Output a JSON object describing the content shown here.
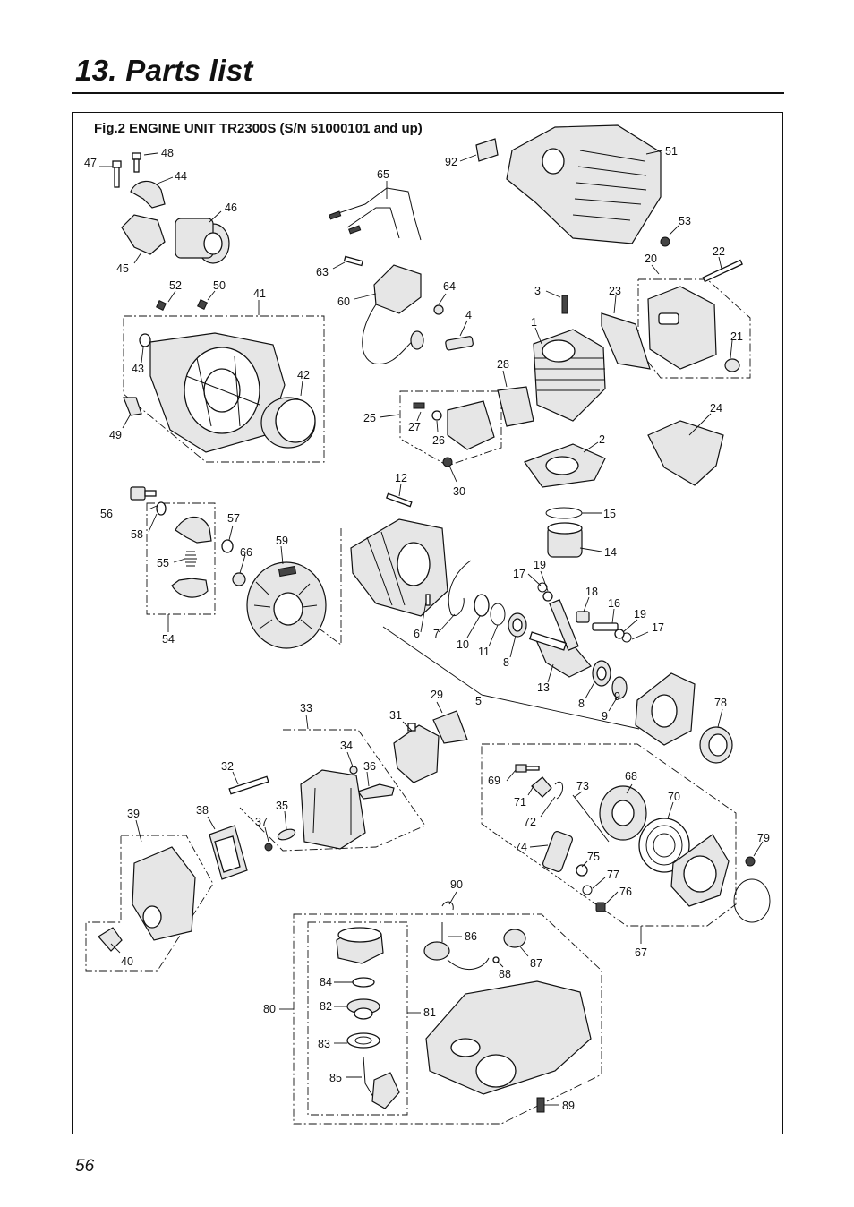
{
  "page": {
    "title": "13. Parts list",
    "page_number": "56"
  },
  "figure": {
    "caption": "Fig.2 ENGINE UNIT  TR2300S  (S/N 51000101 and up)",
    "callouts": [
      "1",
      "2",
      "3",
      "4",
      "5",
      "6",
      "7",
      "8",
      "8",
      "9",
      "9",
      "10",
      "11",
      "12",
      "13",
      "14",
      "15",
      "16",
      "17",
      "17",
      "18",
      "19",
      "19",
      "20",
      "21",
      "22",
      "23",
      "24",
      "25",
      "26",
      "27",
      "28",
      "29",
      "30",
      "31",
      "32",
      "33",
      "34",
      "35",
      "36",
      "37",
      "38",
      "39",
      "40",
      "41",
      "42",
      "43",
      "44",
      "45",
      "46",
      "47",
      "48",
      "49",
      "50",
      "51",
      "52",
      "53",
      "54",
      "55",
      "56",
      "57",
      "58",
      "59",
      "60",
      "63",
      "64",
      "65",
      "66",
      "67",
      "68",
      "69",
      "70",
      "71",
      "72",
      "73",
      "74",
      "75",
      "76",
      "77",
      "78",
      "79",
      "80",
      "81",
      "82",
      "83",
      "84",
      "85",
      "86",
      "87",
      "88",
      "89",
      "90",
      "92"
    ]
  }
}
